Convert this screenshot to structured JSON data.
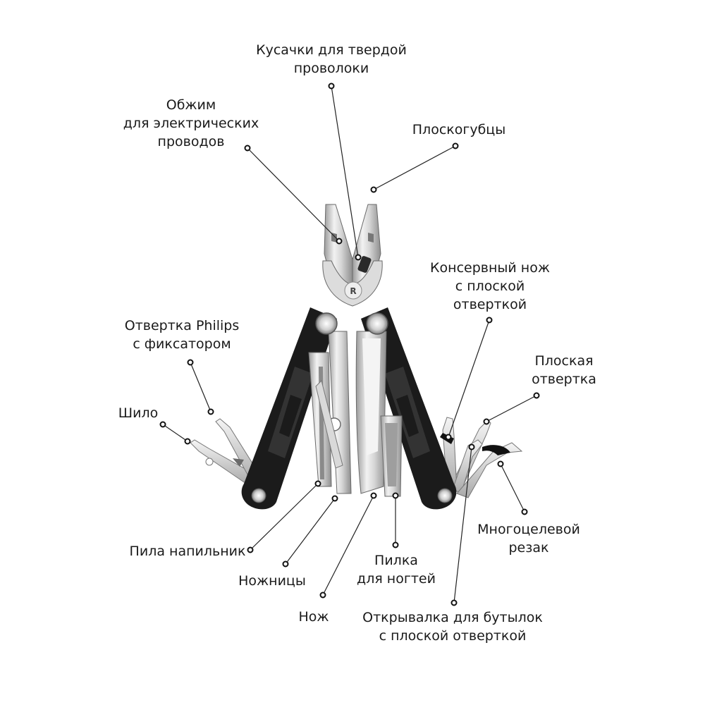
{
  "diagram": {
    "labels": {
      "hard_wire_cutter": [
        "Кусачки для твердой",
        "проволоки"
      ],
      "crimper": [
        "Обжим",
        "для электрических",
        "проводов"
      ],
      "pliers": [
        "Плоскогубцы"
      ],
      "can_opener": [
        "Консервный нож",
        "с плоской",
        "отверткой"
      ],
      "phillips": [
        "Отвертка Philips",
        "с фиксатором"
      ],
      "flat_screwdriver": [
        "Плоская",
        "отвертка"
      ],
      "awl": [
        "Шило"
      ],
      "multi_cutter": [
        "Многоцелевой",
        "резак"
      ],
      "saw_file": [
        "Пила напильник"
      ],
      "scissors": [
        "Ножницы"
      ],
      "nail_file": [
        "Пилка",
        "для ногтей"
      ],
      "knife": [
        "Нож"
      ],
      "bottle_opener": [
        "Открывалка для бутылок",
        "с плоской отверткой"
      ]
    },
    "brand_mark": "R",
    "colors": {
      "handle": "#1b1b1b",
      "steel_light": "#e8e8e8",
      "steel_mid": "#bdbdbd",
      "steel_dark": "#7a7a7a",
      "line": "#222222"
    }
  }
}
